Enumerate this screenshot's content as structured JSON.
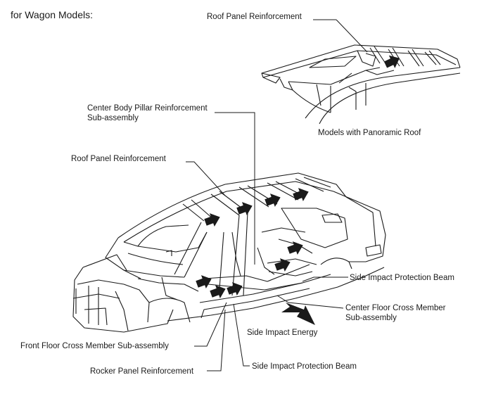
{
  "heading": "for Wagon Models:",
  "labels": {
    "roof_reinf_top": "Roof Panel Reinforcement",
    "panoramic_caption": "Models with Panoramic Roof",
    "center_pillar_line1": "Center Body Pillar Reinforcement",
    "center_pillar_line2": "Sub-assembly",
    "roof_reinf_main": "Roof Panel Reinforcement",
    "side_beam_right": "Side Impact Protection Beam",
    "center_floor_line1": "Center Floor Cross Member",
    "center_floor_line2": "Sub-assembly",
    "side_impact_energy": "Side Impact Energy",
    "front_floor": "Front Floor Cross Member Sub-assembly",
    "rocker_panel": "Rocker Panel Reinforcement",
    "side_beam_bottom": "Side Impact Protection Beam"
  },
  "icons": {
    "load_arrow": "arrow-icon",
    "impact_arrow": "impact-arrow-icon"
  }
}
